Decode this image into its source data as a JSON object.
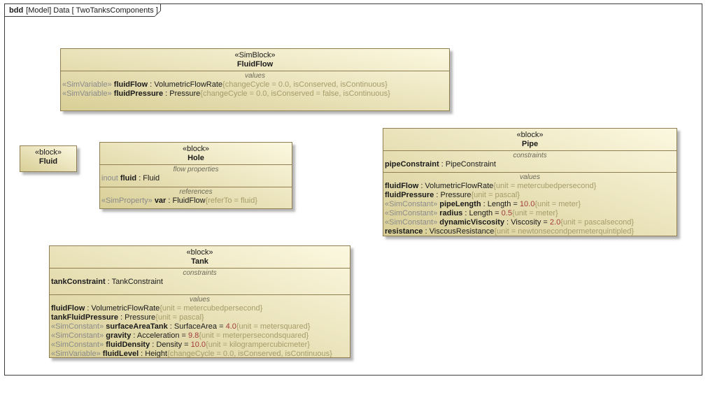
{
  "frame": {
    "kind": "bdd",
    "title": "[Model] Data [ TwoTanksComponents ]"
  },
  "styles": {
    "fill_start": "#d8ce96",
    "fill_end": "#fcf8e0",
    "block_border": "#8e7e52",
    "frame_border": "#3c3c3c",
    "keyword_color": "#8a8a8a",
    "tag_color": "#a69c6a",
    "value_color": "#a33a3a",
    "label_color": "#6d6a58",
    "text_color": "#1a1a1a"
  },
  "blocks": [
    {
      "stereotype": "«SimBlock»",
      "name": "FluidFlow",
      "compartments": [
        {
          "label": "values",
          "rows": [
            [
              [
                "kw",
                "«SimVariable» "
              ],
              [
                "b",
                "fluidFlow"
              ],
              [
                "p",
                " : VolumetricFlowRate"
              ],
              [
                "tag",
                "{changeCycle = 0.0, isConserved, isContinuous}"
              ]
            ],
            [
              [
                "kw",
                "«SimVariable» "
              ],
              [
                "b",
                "fluidPressure"
              ],
              [
                "p",
                " : Pressure"
              ],
              [
                "tag",
                "{changeCycle = 0.0, isConserved = false, isContinuous}"
              ]
            ]
          ]
        }
      ]
    },
    {
      "stereotype": "«block»",
      "name": "Fluid",
      "compartments": []
    },
    {
      "stereotype": "«block»",
      "name": "Hole",
      "compartments": [
        {
          "label": "flow properties",
          "rows": [
            [
              [
                "kw",
                "inout "
              ],
              [
                "b",
                "fluid"
              ],
              [
                "p",
                " : Fluid"
              ]
            ]
          ]
        },
        {
          "label": "references",
          "rows": [
            [
              [
                "kw",
                "«SimProperty» "
              ],
              [
                "b",
                "var"
              ],
              [
                "p",
                " : FluidFlow"
              ],
              [
                "tag",
                "{referTo = fluid}"
              ]
            ]
          ]
        }
      ]
    },
    {
      "stereotype": "«block»",
      "name": "Pipe",
      "compartments": [
        {
          "label": "constraints",
          "rows": [
            [
              [
                "b",
                "pipeConstraint"
              ],
              [
                "p",
                " : PipeConstraint"
              ]
            ]
          ]
        },
        {
          "label": "values",
          "rows": [
            [
              [
                "b",
                "fluidFlow"
              ],
              [
                "p",
                " : VolumetricFlowRate"
              ],
              [
                "tag",
                "{unit = metercubedpersecond}"
              ]
            ],
            [
              [
                "b",
                "fluidPressure"
              ],
              [
                "p",
                " : Pressure"
              ],
              [
                "tag",
                "{unit = pascal}"
              ]
            ],
            [
              [
                "kw",
                "«SimConstant» "
              ],
              [
                "b",
                "pipeLength"
              ],
              [
                "p",
                " : Length = "
              ],
              [
                "val",
                "10.0"
              ],
              [
                "tag",
                "{unit = meter}"
              ]
            ],
            [
              [
                "kw",
                "«SimConstant» "
              ],
              [
                "b",
                "radius"
              ],
              [
                "p",
                " : Length = "
              ],
              [
                "val",
                "0.5"
              ],
              [
                "tag",
                "{unit = meter}"
              ]
            ],
            [
              [
                "kw",
                "«SimConstant» "
              ],
              [
                "b",
                "dynamicViscosity"
              ],
              [
                "p",
                " : Viscosity = "
              ],
              [
                "val",
                "2.0"
              ],
              [
                "tag",
                "{unit = pascalsecond}"
              ]
            ],
            [
              [
                "b",
                "resistance"
              ],
              [
                "p",
                " : ViscousResistance"
              ],
              [
                "tag",
                "{unit = newtonsecondpermeterquintipled}"
              ]
            ]
          ]
        }
      ]
    },
    {
      "stereotype": "«block»",
      "name": "Tank",
      "compartments": [
        {
          "label": "constraints",
          "rows": [
            [
              [
                "b",
                "tankConstraint"
              ],
              [
                "p",
                " : TankConstraint"
              ]
            ]
          ]
        },
        {
          "label": "values",
          "rows": [
            [
              [
                "b",
                "fluidFlow"
              ],
              [
                "p",
                " : VolumetricFlowRate"
              ],
              [
                "tag",
                "{unit = metercubedpersecond}"
              ]
            ],
            [
              [
                "b",
                "tankFluidPressure"
              ],
              [
                "p",
                " : Pressure"
              ],
              [
                "tag",
                "{unit = pascal}"
              ]
            ],
            [
              [
                "kw",
                "«SimConstant» "
              ],
              [
                "b",
                "surfaceAreaTank"
              ],
              [
                "p",
                " : SurfaceArea = "
              ],
              [
                "val",
                "4.0"
              ],
              [
                "tag",
                "{unit = metersquared}"
              ]
            ],
            [
              [
                "kw",
                "«SimConstant» "
              ],
              [
                "b",
                "gravity"
              ],
              [
                "p",
                " : Acceleration = "
              ],
              [
                "val",
                "9.8"
              ],
              [
                "tag",
                "{unit = meterpersecondsquared}"
              ]
            ],
            [
              [
                "kw",
                "«SimConstant» "
              ],
              [
                "b",
                "fluidDensity"
              ],
              [
                "p",
                " : Density = "
              ],
              [
                "val",
                "10.0"
              ],
              [
                "tag",
                "{unit = kilogrampercubicmeter}"
              ]
            ],
            [
              [
                "kw",
                "«SimVariable» "
              ],
              [
                "b",
                "fluidLevel"
              ],
              [
                "p",
                " : Height"
              ],
              [
                "tag",
                "{changeCycle = 0.0, isConserved, isContinuous}"
              ]
            ]
          ]
        }
      ]
    }
  ]
}
